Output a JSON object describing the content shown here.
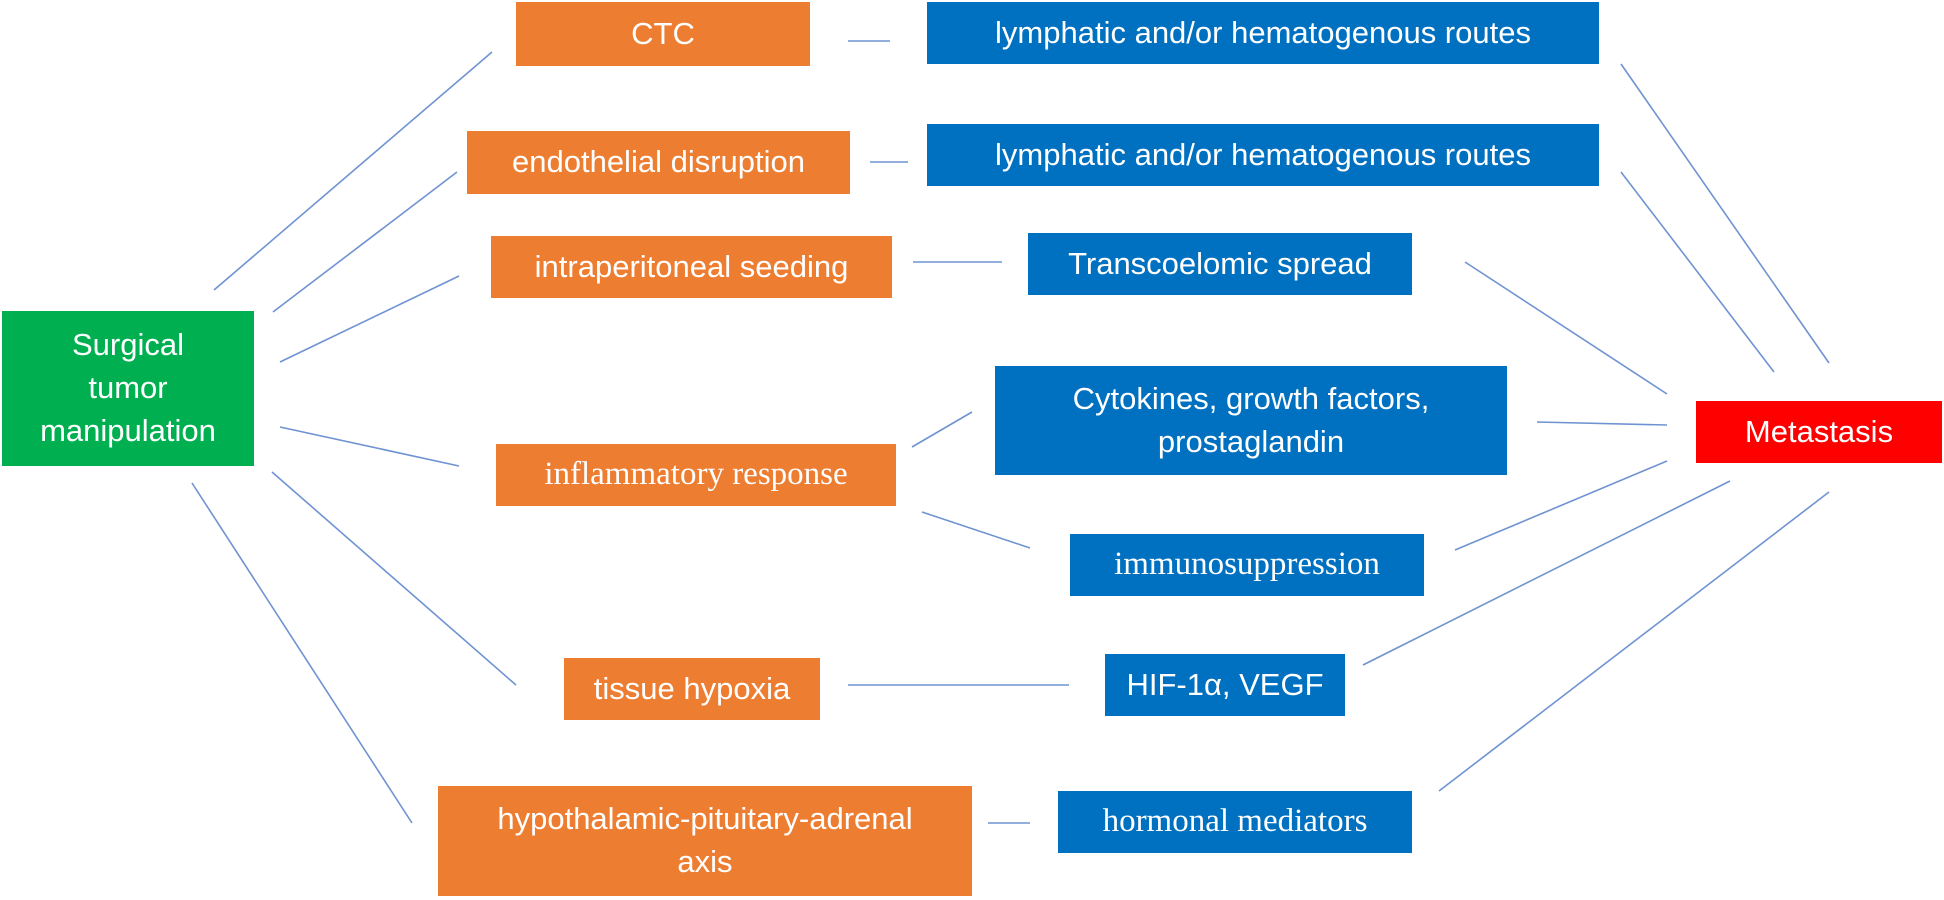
{
  "source": {
    "label": "Surgical\ntumor\nmanipulation",
    "color": "#00b050"
  },
  "mechanisms": {
    "ctc": "CTC",
    "endothelial": "endothelial disruption",
    "intraperitoneal": "intraperitoneal seeding",
    "inflammatory": "inflammatory response",
    "hypoxia": "tissue hypoxia",
    "hpa": "hypothalamic-pituitary-adrenal\naxis",
    "color": "#ed7d31"
  },
  "pathways": {
    "routes_1": "lymphatic and/or hematogenous routes",
    "routes_2": "lymphatic and/or hematogenous routes",
    "transcoelomic": "Transcoelomic spread",
    "cytokines": "Cytokines, growth factors,\nprostaglandin",
    "immunosuppression": "immunosuppression",
    "hif": "HIF-1α, VEGF",
    "hormonal": "hormonal mediators",
    "color": "#0070c0"
  },
  "outcome": {
    "label": "Metastasis",
    "color": "#ff0000"
  },
  "connector_color": "#6f93d2"
}
